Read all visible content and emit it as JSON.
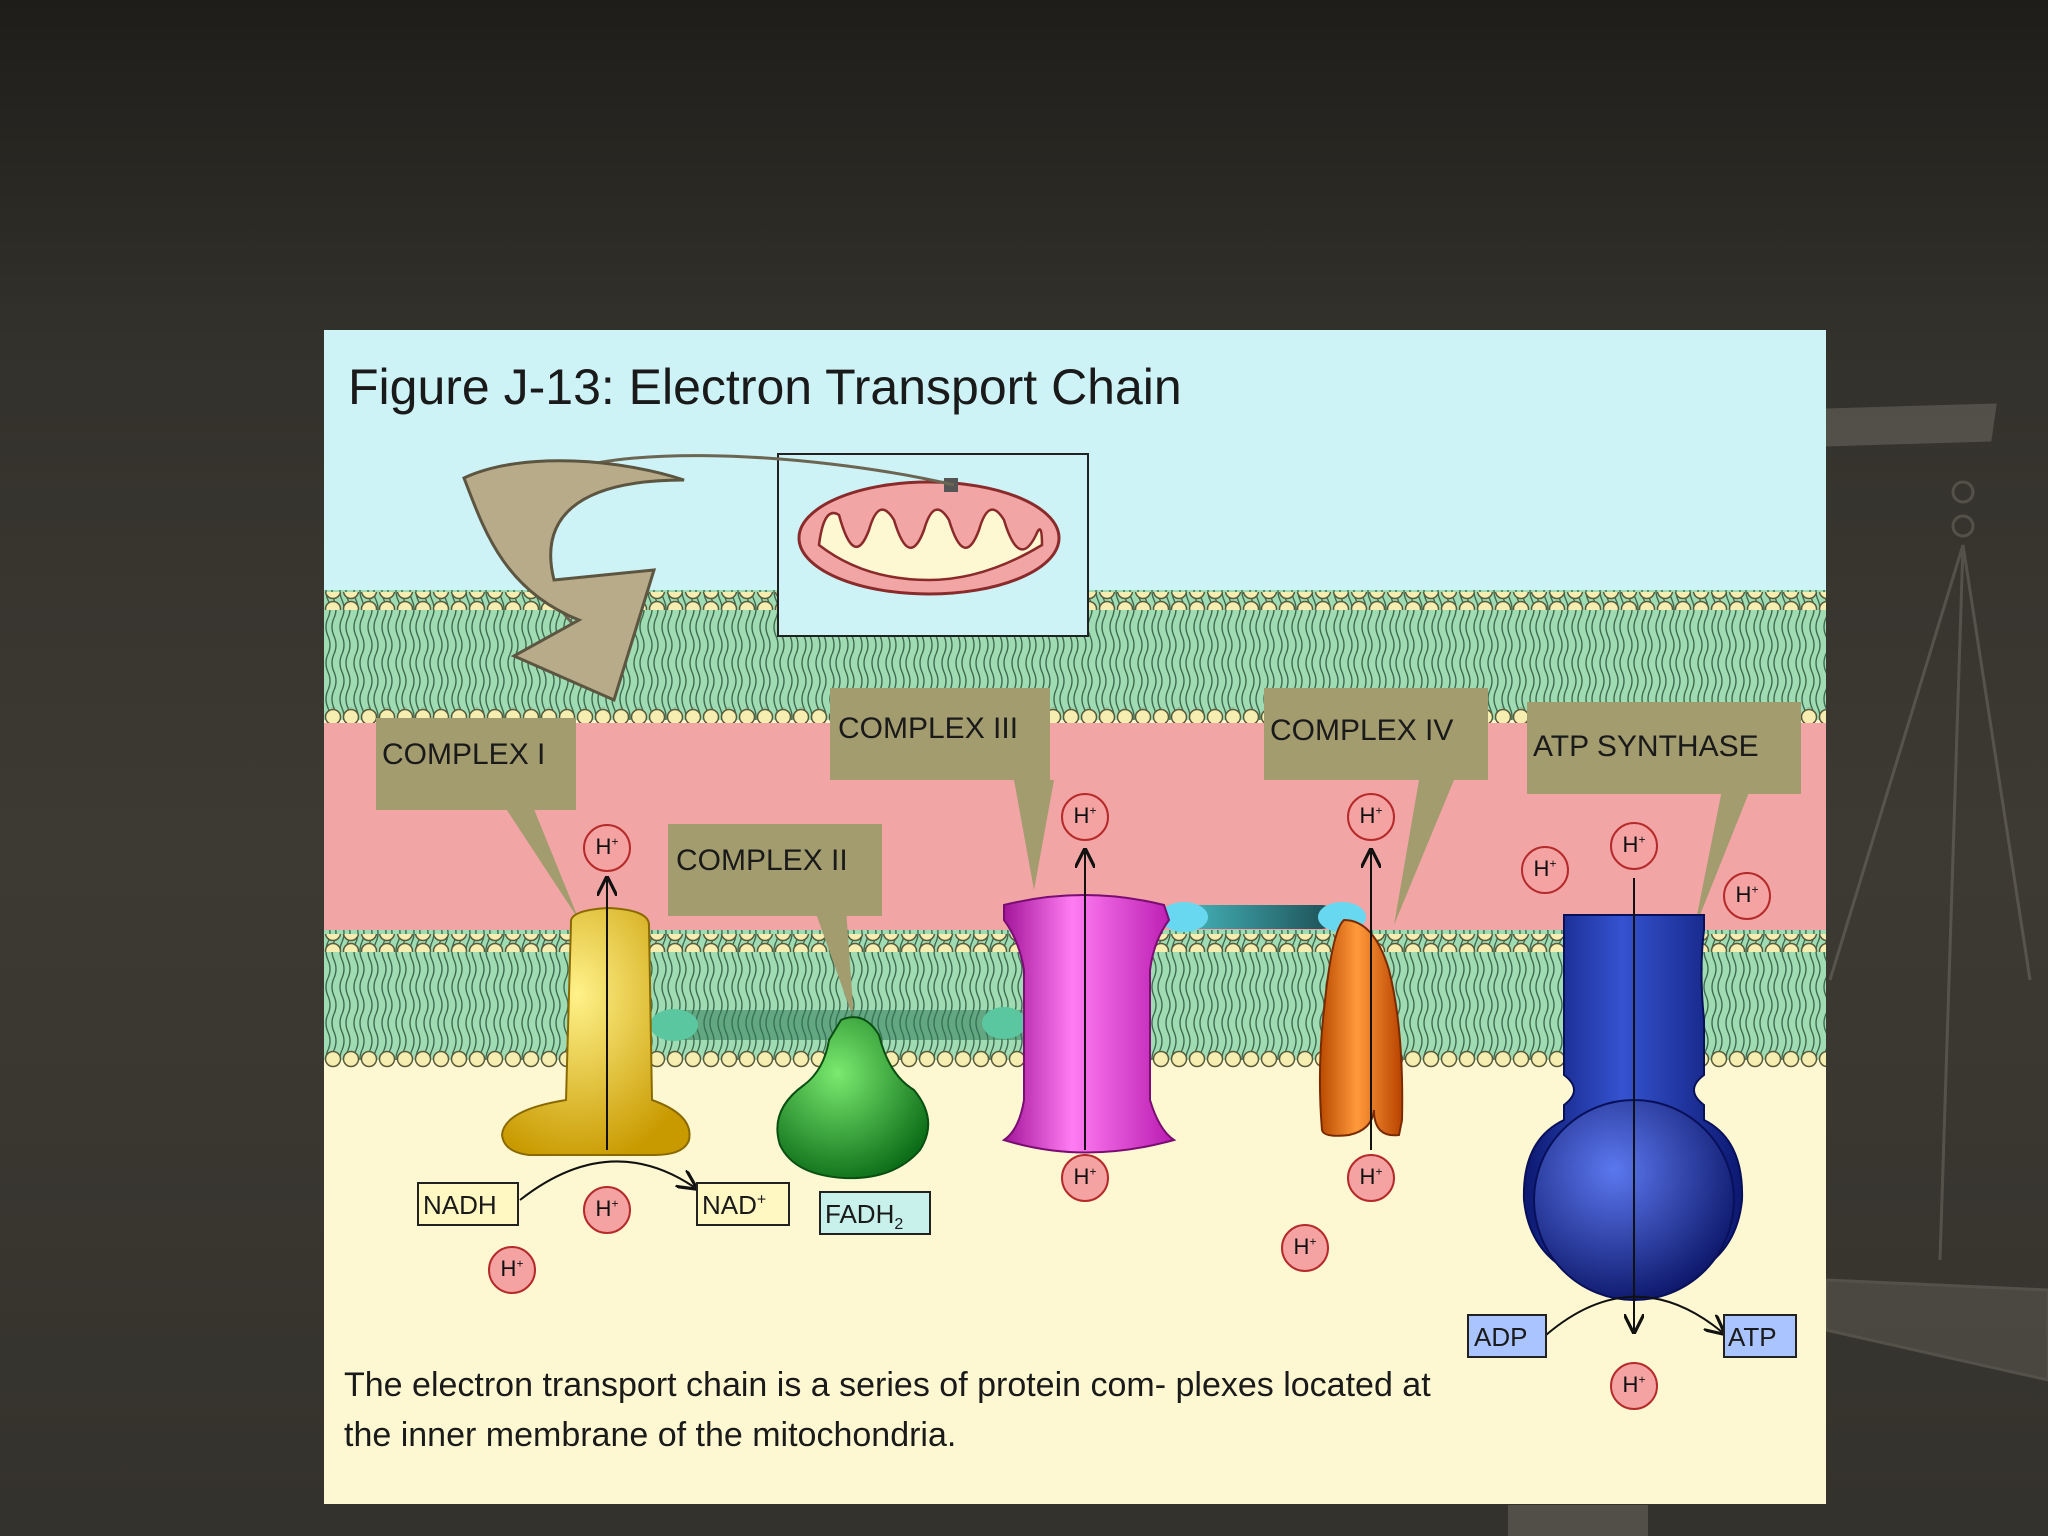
{
  "figure": {
    "title": "Figure J-13: Electron Transport Chain",
    "caption": "The electron transport chain is a series of protein com- plexes located at the inner membrane of the mitochondria.",
    "callouts": {
      "complex_i": "COMPLEX I",
      "complex_ii": "COMPLEX II",
      "complex_iii": "COMPLEX III",
      "complex_iv": "COMPLEX IV",
      "atp_synthase": "ATP SYNTHASE"
    },
    "molecules": {
      "nadh": "NADH",
      "nad": "NAD",
      "nad_sup": "+",
      "fadh": "FADH",
      "fadh_sub": "2",
      "adp": "ADP",
      "atp": "ATP"
    },
    "proton": "H",
    "proton_sup": "+",
    "colors": {
      "sky": "#cdf3f7",
      "intermembrane": "#f2a5a5",
      "membrane": "#9fdcb4",
      "matrix": "#fdf8d2",
      "callout": "#a39c6f",
      "complex_i": "#f2c916",
      "complex_ii": "#22a52f",
      "complex_iii": "#e535d3",
      "complex_iv": "#f06a10",
      "atp_synthase": "#1c2f9c"
    }
  }
}
